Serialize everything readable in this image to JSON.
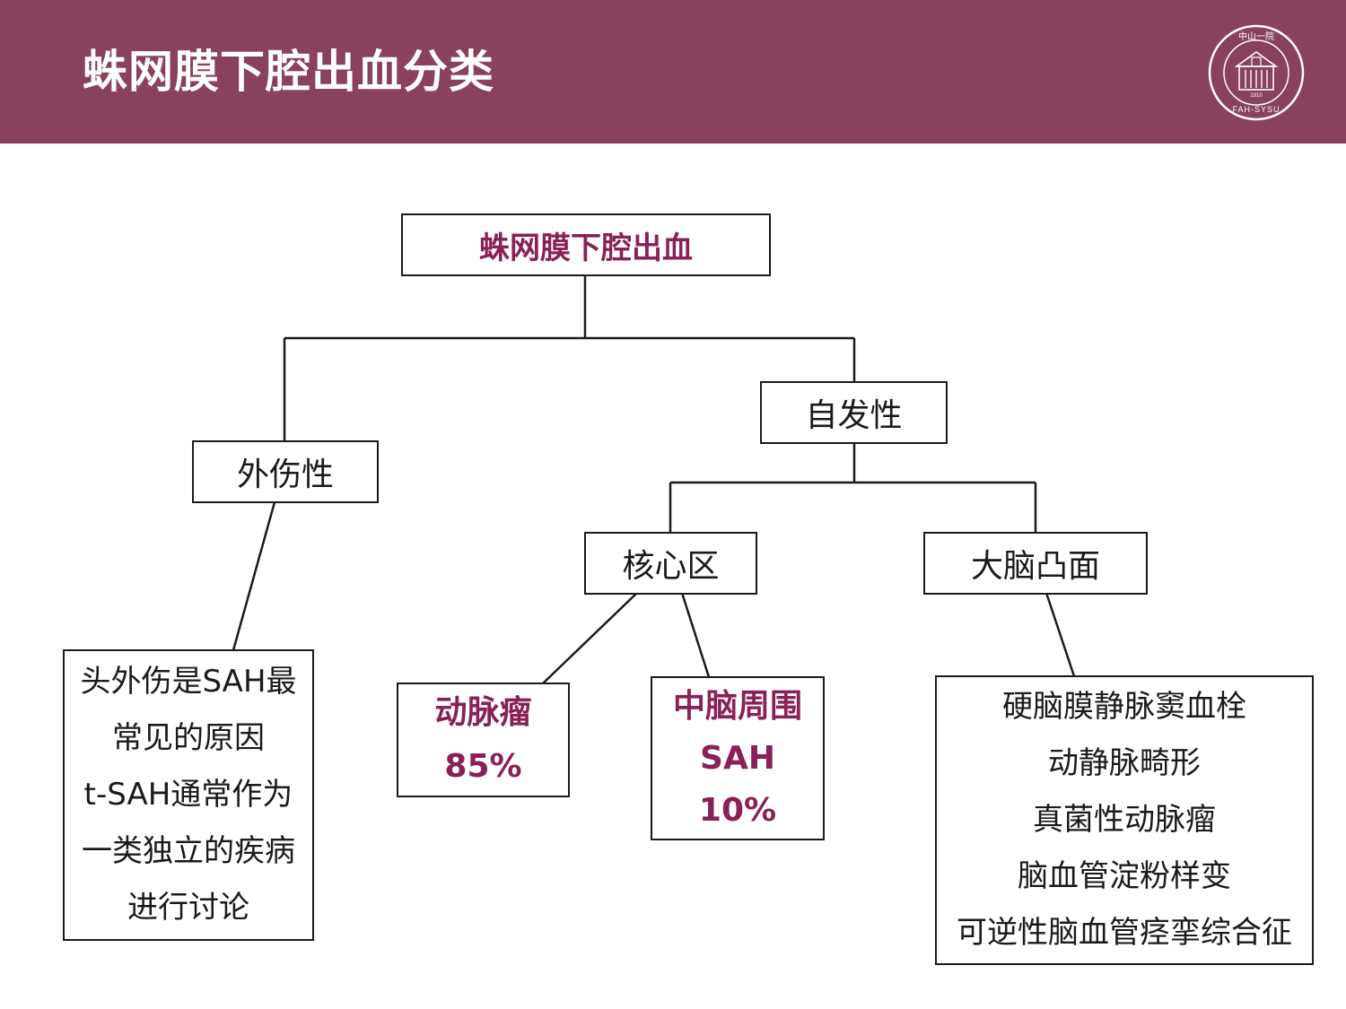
{
  "slide": {
    "title": "蛛网膜下腔出血分类"
  },
  "logo": {
    "top_text": "中山一院",
    "bottom_text": "FAH-SYSU",
    "year": "1910",
    "icon": "hospital-building-seal"
  },
  "colors": {
    "header_bg": "#8a4160",
    "accent": "#8a2058",
    "line": "#1a1a1a"
  },
  "diagram": {
    "root": "蛛网膜下腔出血",
    "traumatic": {
      "label": "外伤性",
      "note_lines": [
        "头外伤是SAH最",
        "常见的原因",
        "t-SAH通常作为",
        "一类独立的疾病",
        "进行讨论"
      ]
    },
    "spontaneous": {
      "label": "自发性",
      "core": {
        "label": "核心区",
        "aneurysm": {
          "name": "动脉瘤",
          "percent": "85%"
        },
        "pmsah": {
          "name": "中脑周围",
          "abbr": "SAH",
          "percent": "10%"
        }
      },
      "convexity": {
        "label": "大脑凸面",
        "causes": [
          "硬脑膜静脉窦血栓",
          "动静脉畸形",
          "真菌性动脉瘤",
          "脑血管淀粉样变",
          "可逆性脑血管痉挛综合征"
        ]
      }
    }
  }
}
